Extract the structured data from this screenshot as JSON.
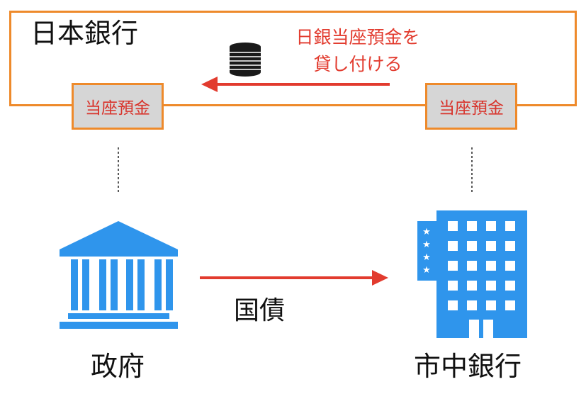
{
  "bank_of_japan": {
    "title": "日本銀行"
  },
  "accounts": {
    "left_label": "当座預金",
    "right_label": "当座預金"
  },
  "loan": {
    "line1": "日銀当座預金を",
    "line2": "貸し付ける"
  },
  "actors": {
    "government": "政府",
    "commercial_bank": "市中銀行"
  },
  "bond": {
    "label": "国債"
  },
  "colors": {
    "frame_orange": "#ee8a2b",
    "arrow_red": "#e23b2e",
    "icon_blue": "#2f95ec",
    "account_fill": "#d6d6d6",
    "coin_dark": "#1a1a1a"
  }
}
